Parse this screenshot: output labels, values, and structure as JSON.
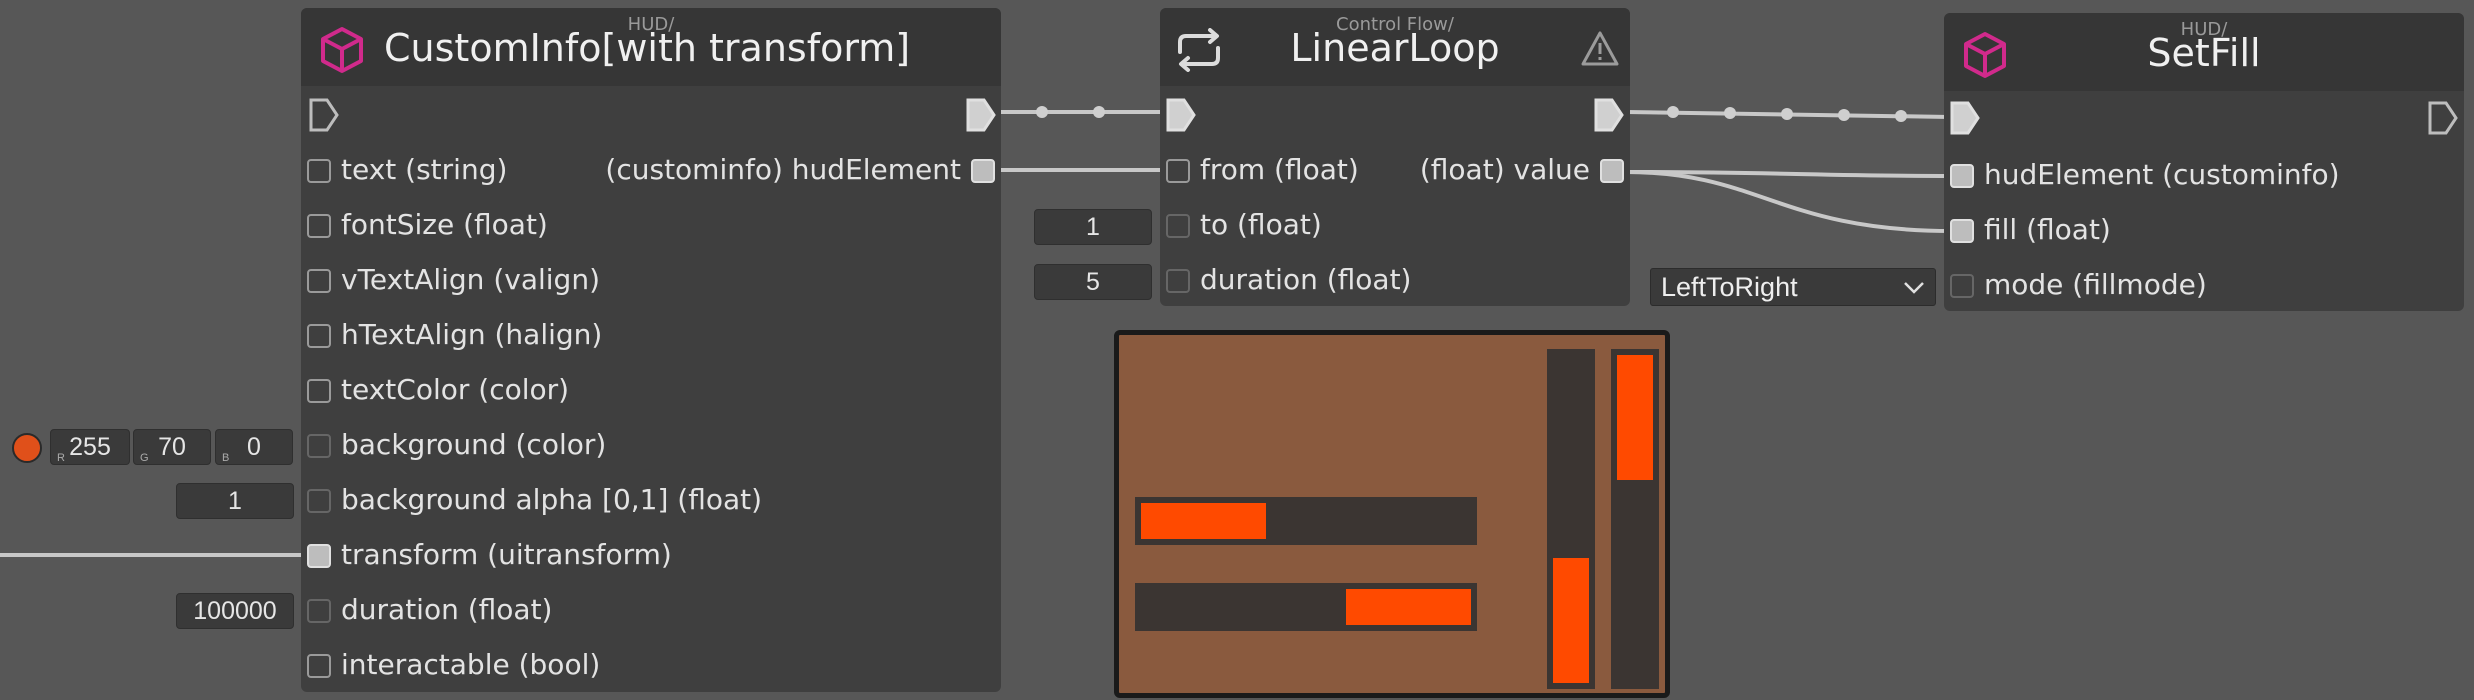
{
  "colors": {
    "canvas": "#575757",
    "node_body": "#3f3f3f",
    "node_header": "#363636",
    "wire": "#c8c8c8",
    "hud_icon": "#d12a8c",
    "fill_bar": "#ff4a00",
    "preview_bg": "#8a5a3e",
    "color_swatch": "#e0501a"
  },
  "left_inputs": {
    "color_r": "255",
    "color_g": "70",
    "color_b": "0",
    "color_r_label": "R",
    "color_g_label": "G",
    "color_b_label": "B",
    "background_alpha": "1",
    "duration": "100000"
  },
  "node_custominfo": {
    "category": "HUD/",
    "title": "CustomInfo[with transform]",
    "icon": "cube-icon",
    "output_label": "(custominfo) hudElement",
    "inputs": [
      "text (string)",
      "fontSize (float)",
      "vTextAlign (valign)",
      "hTextAlign (halign)",
      "textColor (color)",
      "background (color)",
      "background alpha [0,1] (float)",
      "transform (uitransform)",
      "duration (float)",
      "interactable (bool)"
    ]
  },
  "node_linearloop": {
    "category": "Control Flow/",
    "title": "LinearLoop",
    "icon": "loop-icon",
    "warning_icon": "warning-icon",
    "inputs": [
      "from (float)",
      "to (float)",
      "duration (float)"
    ],
    "output_label": "(float) value",
    "to_value": "1",
    "duration_value": "5"
  },
  "node_setfill": {
    "category": "HUD/",
    "title": "SetFill",
    "icon": "cube-icon",
    "inputs": [
      "hudElement (custominfo)",
      "fill (float)",
      "mode (fillmode)"
    ],
    "mode_value": "LeftToRight"
  },
  "preview": {
    "bar_left_to_right_fill": 0.38,
    "bar_right_to_left_fill": 0.38,
    "bar_bottom_to_top_fill": 0.38,
    "bar_top_to_bottom_fill": 0.38
  }
}
